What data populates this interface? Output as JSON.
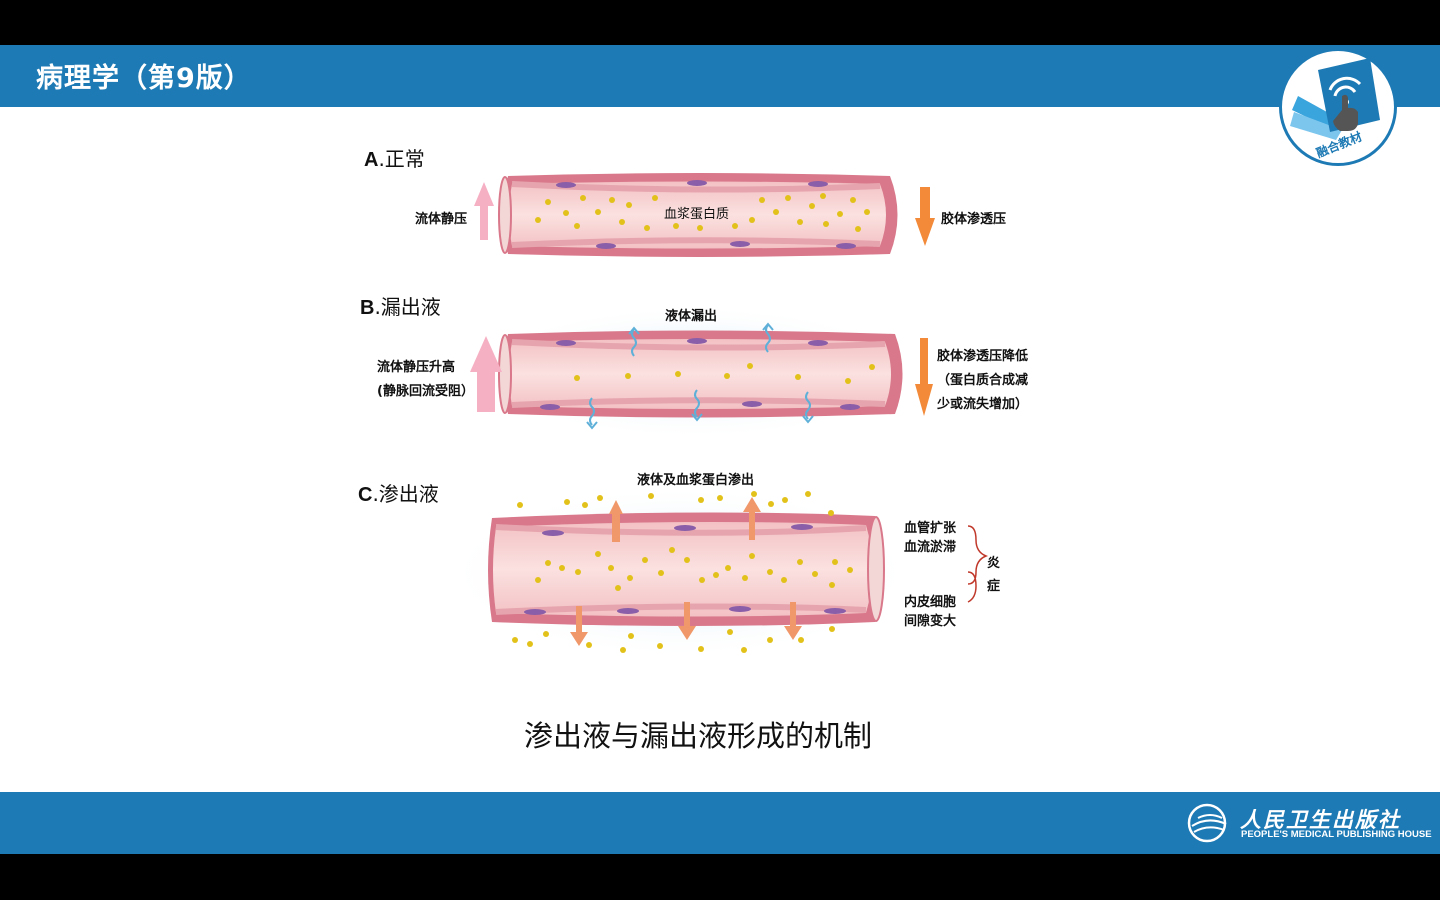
{
  "header": {
    "title": "病理学（第9版）"
  },
  "badge": {
    "label": "融合教材",
    "icon": "hand-touch-wifi-icon"
  },
  "panels": {
    "a": {
      "letter": "A",
      "name": ".正常",
      "center_label": "血浆蛋白质",
      "left_label": "流体静压",
      "right_label": "胶体渗透压"
    },
    "b": {
      "letter": "B",
      "name": ".漏出液",
      "top_label": "液体漏出",
      "left_line1": "流体静压升高",
      "left_line2": "(静脉回流受阻）",
      "right_line1": "胶体渗透压降低",
      "right_line2": "（蛋白质合成减",
      "right_line3": "少或流失增加）"
    },
    "c": {
      "letter": "C",
      "name": ".渗出液",
      "top_label": "液体及血浆蛋白渗出",
      "right_line1": "血管扩张",
      "right_line2": "血流淤滞",
      "right_line3": "内皮细胞",
      "right_line4": "间隙变大",
      "brace_line1": "炎",
      "brace_line2": "症"
    }
  },
  "caption": "渗出液与漏出液形成的机制",
  "footer": {
    "publisher_cn": "人民卫生出版社",
    "publisher_en": "PEOPLE'S MEDICAL PUBLISHING HOUSE"
  },
  "colors": {
    "bar": "#1e7ab4",
    "vessel_wall": "#d9788a",
    "vessel_inner": "#f6ccce",
    "protein": "#e2c21a",
    "cell": "#8a5ea8",
    "pink_arrow": "#f6b0c4",
    "orange_arrow": "#f28a3a",
    "fluid": "#5fb0d8"
  }
}
